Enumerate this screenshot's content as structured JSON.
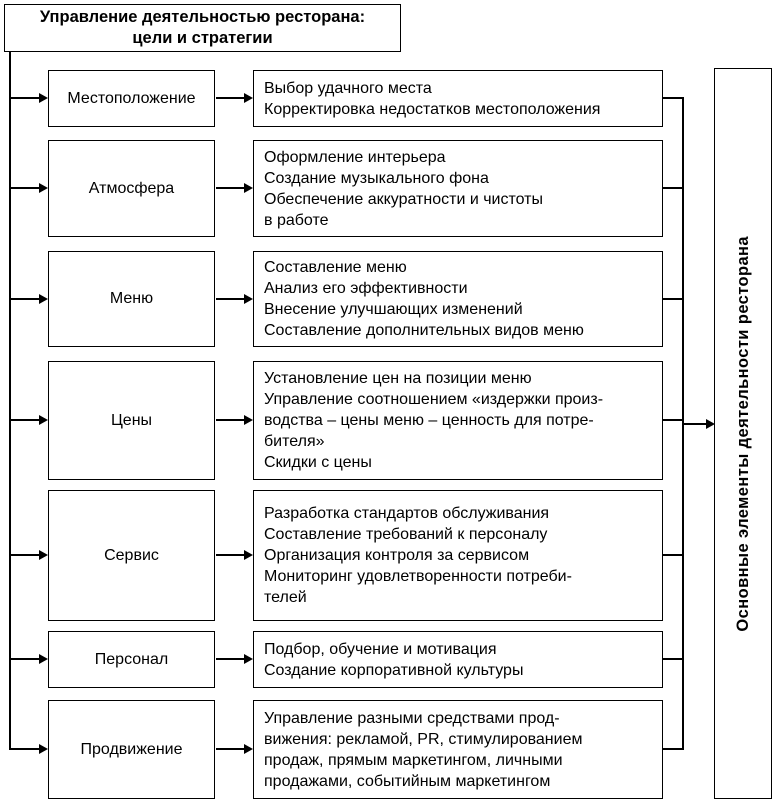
{
  "title": "Управление деятельностью ресторана:\nцели и стратегии",
  "side_label": "Основные элементы деятельности ресторана",
  "rows": [
    {
      "label": "Местоположение",
      "details": "Выбор удачного места\nКорректировка недостатков местоположения"
    },
    {
      "label": "Атмосфера",
      "details": "Оформление интерьера\nСоздание музыкального фона\nОбеспечение аккуратности и чистоты\nв работе"
    },
    {
      "label": "Меню",
      "details": "Составление меню\nАнализ его эффективности\nВнесение улучшающих изменений\nСоставление дополнительных видов меню"
    },
    {
      "label": "Цены",
      "details": "Установление цен на позиции меню\nУправление соотношением «издержки произ-\nводства – цены меню – ценность для потре-\nбителя»\nСкидки с цены"
    },
    {
      "label": "Сервис",
      "details": "Разработка стандартов обслуживания\nСоставление требований к персоналу\nОрганизация контроля за сервисом\nМониторинг удовлетворенности потреби-\nтелей"
    },
    {
      "label": "Персонал",
      "details": "Подбор, обучение и мотивация\nСоздание корпоративной культуры"
    },
    {
      "label": "Продвижение",
      "details": "Управление разными средствами прод-\nвижения: рекламой, PR, стимулированием\nпродаж, прямым маркетингом, личными\nпродажами, событийным маркетингом"
    }
  ]
}
